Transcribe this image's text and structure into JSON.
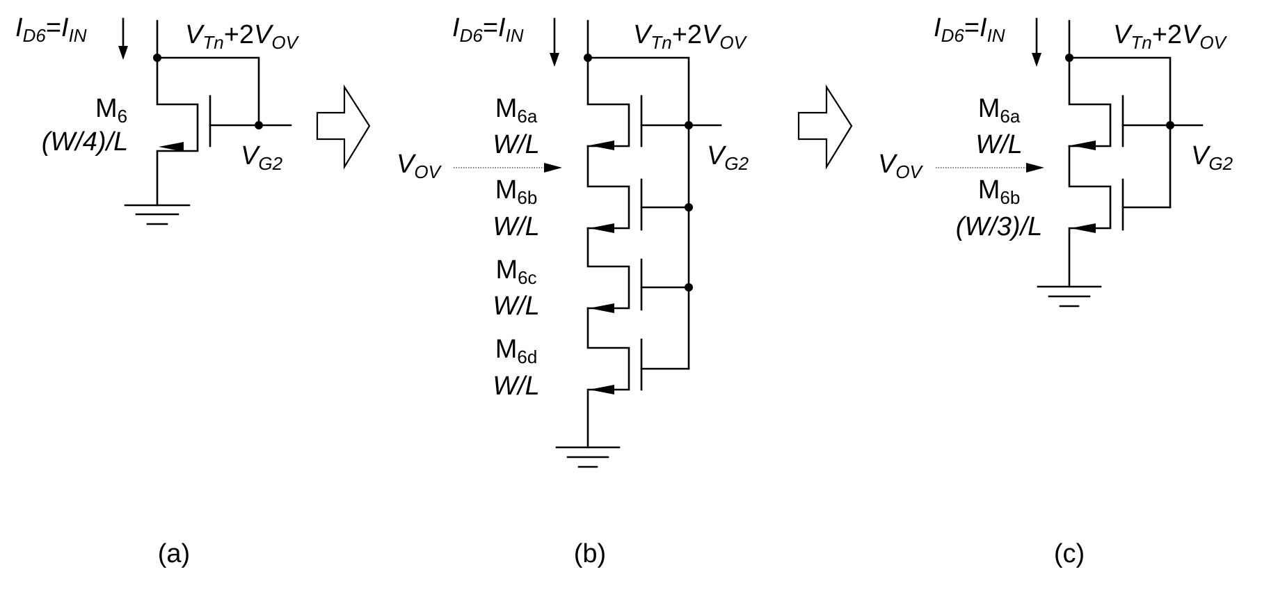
{
  "panel_a": {
    "current": {
      "main": "I",
      "sub1": "D6",
      "eq": "=",
      "main2": "I",
      "sub2": "IN"
    },
    "voltage_top": {
      "v": "V",
      "sub": "Tn",
      "rest": "+2",
      "v2": "V",
      "sub2": "OV"
    },
    "transistor": {
      "name": "M",
      "sub": "6",
      "size": "(W/4)/L"
    },
    "vg": {
      "v": "V",
      "sub": "G2"
    },
    "caption": "(a)"
  },
  "panel_b": {
    "current": {
      "main": "I",
      "sub1": "D6",
      "eq": "=",
      "main2": "I",
      "sub2": "IN"
    },
    "voltage_top": {
      "v": "V",
      "sub": "Tn",
      "rest": "+2",
      "v2": "V",
      "sub2": "OV"
    },
    "vov": {
      "v": "V",
      "sub": "OV"
    },
    "vg": {
      "v": "V",
      "sub": "G2"
    },
    "transistors": [
      {
        "name": "M",
        "sub": "6a",
        "size": "W/L"
      },
      {
        "name": "M",
        "sub": "6b",
        "size": "W/L"
      },
      {
        "name": "M",
        "sub": "6c",
        "size": "W/L"
      },
      {
        "name": "M",
        "sub": "6d",
        "size": "W/L"
      }
    ],
    "caption": "(b)"
  },
  "panel_c": {
    "current": {
      "main": "I",
      "sub1": "D6",
      "eq": "=",
      "main2": "I",
      "sub2": "IN"
    },
    "voltage_top": {
      "v": "V",
      "sub": "Tn",
      "rest": "+2",
      "v2": "V",
      "sub2": "OV"
    },
    "vov": {
      "v": "V",
      "sub": "OV"
    },
    "vg": {
      "v": "V",
      "sub": "G2"
    },
    "transistors": [
      {
        "name": "M",
        "sub": "6a",
        "size": "W/L"
      },
      {
        "name": "M",
        "sub": "6b",
        "size": "(W/3)/L"
      }
    ],
    "caption": "(c)"
  },
  "icons": [
    "big-right-arrow-icon",
    "down-arrow-icon",
    "ground-icon"
  ]
}
